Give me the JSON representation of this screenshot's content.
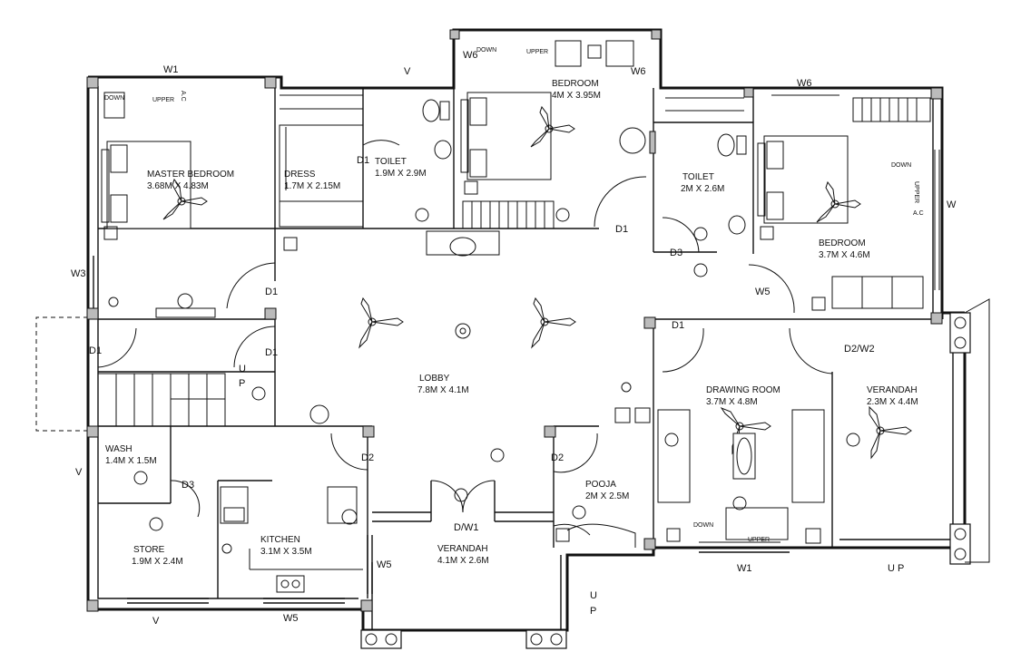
{
  "rooms": {
    "master_bedroom": {
      "name": "MASTER BEDROOM",
      "size": "3.68M X 4.83M"
    },
    "dress": {
      "name": "DRESS",
      "size": "1.7M X 2.15M"
    },
    "toilet_1": {
      "name": "TOILET",
      "size": "1.9M X 2.9M"
    },
    "bedroom_1": {
      "name": "BEDROOM",
      "size": "4M X 3.95M"
    },
    "toilet_2": {
      "name": "TOILET",
      "size": "2M X 2.6M"
    },
    "bedroom_2": {
      "name": "BEDROOM",
      "size": "3.7M X 4.6M"
    },
    "lobby": {
      "name": "LOBBY",
      "size": "7.8M X 4.1M"
    },
    "drawing_room": {
      "name": "DRAWING ROOM",
      "size": "3.7M X 4.8M"
    },
    "verandah_side": {
      "name": "VERANDAH",
      "size": "2.3M X 4.4M"
    },
    "wash": {
      "name": "WASH",
      "size": "1.4M X 1.5M"
    },
    "store": {
      "name": "STORE",
      "size": "1.9M X 2.4M"
    },
    "kitchen": {
      "name": "KITCHEN",
      "size": "3.1M X 3.5M"
    },
    "verandah_front": {
      "name": "VERANDAH",
      "size": "4.1M X 2.6M"
    },
    "pooja": {
      "name": "POOJA",
      "size": "2M X 2.5M"
    }
  },
  "doors": {
    "d1": "D1",
    "d2": "D2",
    "d3": "D3",
    "d2w2": "D2/W2",
    "dw1": "D/W1"
  },
  "windows": {
    "w1": "W1",
    "w3": "W3",
    "w5": "W5",
    "w6": "W6",
    "w": "W"
  },
  "labels": {
    "down": "DOWN",
    "upper": "UPPER",
    "ac": "A.C",
    "up": "U P",
    "u": "U",
    "p": "P",
    "v": "V"
  }
}
